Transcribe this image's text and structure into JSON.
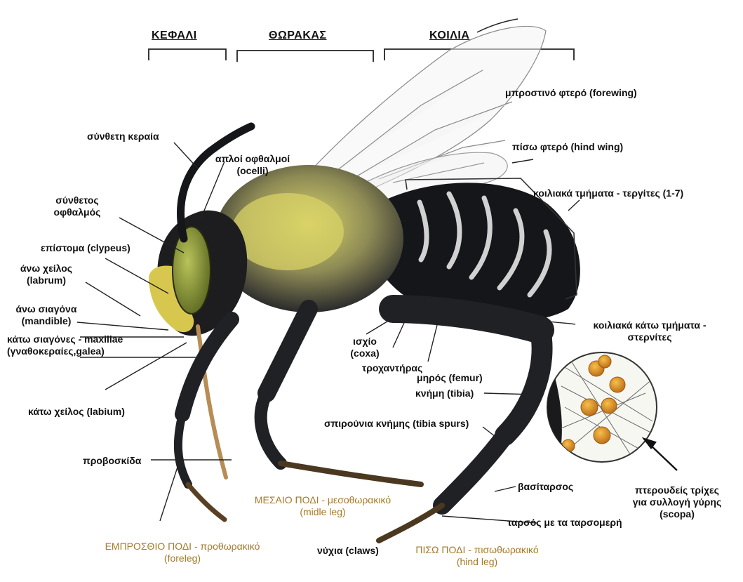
{
  "sections": {
    "head": "ΚΕΦΑΛΙ",
    "thorax": "ΘΩΡΑΚΑΣ",
    "abdomen": "ΚΟΙΛΙΑ"
  },
  "labels": {
    "forewing": "μπροστινό φτερό (forewing)",
    "hind_wing": "πίσω φτερό (hind wing)",
    "tergites": "κοιλιακά τμήματα - τεργίτες (1-7)",
    "antenna": "σύνθετη κεραία",
    "ocelli_1": "απλοί οφθαλμοί",
    "ocelli_2": "(ocelli)",
    "compound_eye_1": "σύνθετος",
    "compound_eye_2": "οφθαλμός",
    "clypeus": "επίστομα (clypeus)",
    "labrum_1": "άνω χείλος",
    "labrum_2": "(labrum)",
    "mandible_1": "άνω σιαγόνα",
    "mandible_2": "(mandible)",
    "maxillae_1": "κάτω σιαγόνες - maxillae",
    "maxillae_2": "(γναθοκεραίες,galea)",
    "labium": "κάτω χείλος (labium)",
    "proboscis": "προβοσκίδα",
    "coxa_1": "ισχίο",
    "coxa_2": "(coxa)",
    "trochanter": "τροχαντήρας",
    "femur": "μηρός (femur)",
    "sternites_1": "κοιλιακά κάτω τμήματα -",
    "sternites_2": "στερνίτες",
    "tibia": "κνήμη (tibia)",
    "tibia_spurs": "σπιρούνια κνήμης (tibia spurs)",
    "basitarsus": "βασίταρσος",
    "tarsus": "ταρσός με τα ταρσομερή",
    "claws": "νύχια (claws)",
    "scopa_1": "πτερουδείς τρίχες",
    "scopa_2": "για συλλογή γύρης",
    "scopa_3": "(scopa)"
  },
  "legs": {
    "mid_1": "ΜΕΣΑΙΟ ΠΟΔΙ - μεσοθωρακικό",
    "mid_2": "(midle leg)",
    "fore_1": "ΕΜΠΡΟΣΘΙΟ ΠΟΔΙ - προθωρακικό",
    "fore_2": "(foreleg)",
    "hind_1": "ΠΙΣΩ ΠΟΔΙ - πισωθωρακικό",
    "hind_2": "(hind leg)"
  },
  "colors": {
    "body": "#15161a",
    "thorax_hair": "#c9c35a",
    "eye": "#8f9b3c",
    "face": "#d8c74e",
    "pollen": "#e29a27",
    "leg_caption": "#a57a28"
  }
}
